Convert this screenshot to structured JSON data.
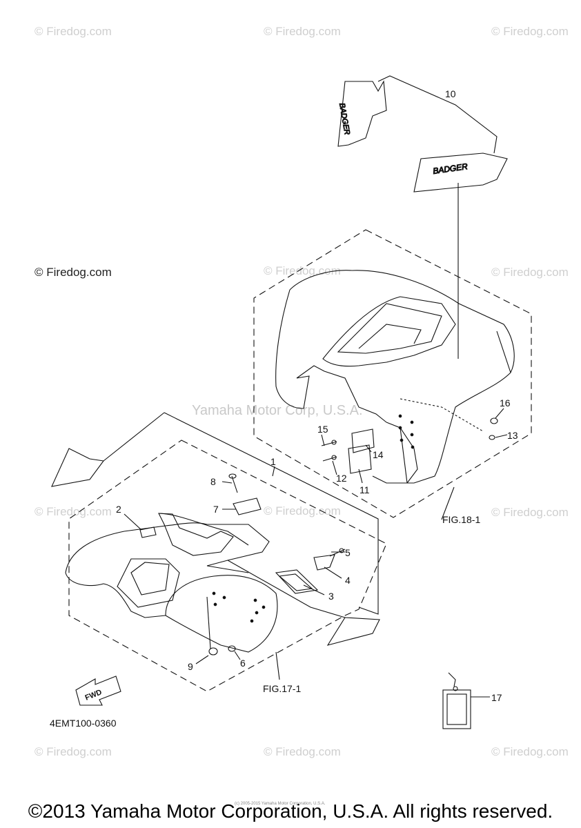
{
  "watermarks": {
    "site": "© Firedog.com",
    "center": "Yamaha Motor Corp, U.S.A."
  },
  "parts": {
    "p1": "1",
    "p2": "2",
    "p3": "3",
    "p4": "4",
    "p5": "5",
    "p6": "6",
    "p7": "7",
    "p8": "8",
    "p9": "9",
    "p10": "10",
    "p11": "11",
    "p12": "12",
    "p13": "13",
    "p14": "14",
    "p15": "15",
    "p16": "16",
    "p17": "17"
  },
  "figures": {
    "rear": "FIG.18-1",
    "front": "FIG.17-1"
  },
  "decal_text": "BADGER",
  "fwd_text": "FWD",
  "diagram_code": "4EMT100-0360",
  "footer": "©2013 Yamaha Motor Corporation, U.S.A. All rights reserved.",
  "footer_small": "(c) 2005-2015 Yamaha Motor Corporation, U.S.A."
}
